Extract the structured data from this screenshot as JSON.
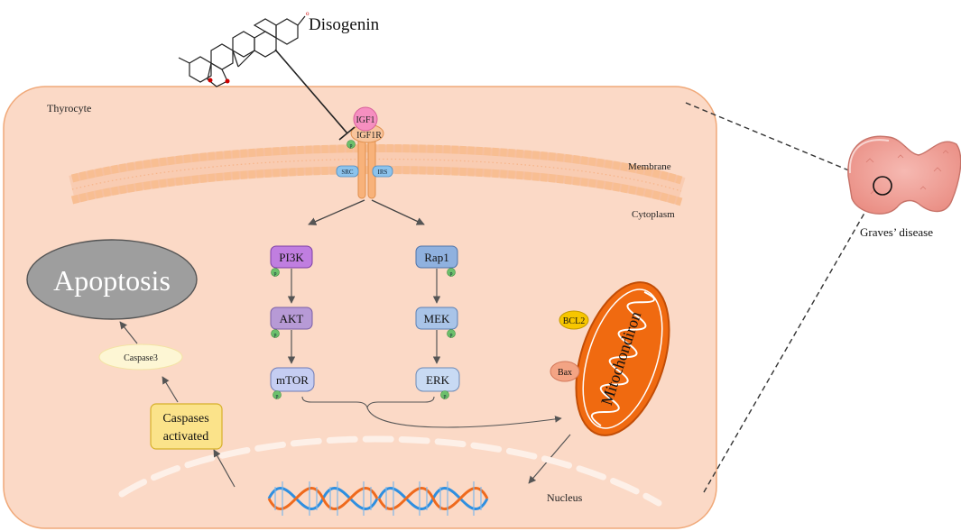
{
  "labels": {
    "disogenin": "Disogenin",
    "thyrocyte": "Thyrocyte",
    "membrane": "Membrane",
    "cytoplasm": "Cytoplasm",
    "nucleus": "Nucleus",
    "graves": "Graves’ disease",
    "apoptosis": "Apoptosis",
    "mitochondrion": "Mitochondiron"
  },
  "receptor": {
    "igf1": "IGF1",
    "igf1r": "IGF1R",
    "src": "SRC",
    "irs": "IRS",
    "phospho": "p"
  },
  "pathway": {
    "pi3k": "PI3K",
    "akt": "AKT",
    "mtor": "mTOR",
    "rap1": "Rap1",
    "mek": "MEK",
    "erk": "ERK"
  },
  "proteins": {
    "bcl2": "BCL2",
    "bax": "Bax",
    "caspase3": "Caspase3",
    "caspases_line1": "Caspases",
    "caspases_line2": "activated"
  },
  "colors": {
    "cell_fill": "#fbd9c6",
    "cell_stroke": "#f0a878",
    "membrane": "#fbc9a0",
    "pi3k": "#c07ee0",
    "akt": "#b79ad6",
    "mtor": "#c5cdf2",
    "rap1": "#8fb1df",
    "mek": "#a9c4e8",
    "erk": "#c8daf3",
    "phospho": "#6cc06c",
    "mito": "#f06a10",
    "bcl2": "#f7c600",
    "bax": "#f3a484",
    "caspases": "#fbe38a",
    "apoptosis": "#9e9e9e",
    "dna_blue": "#2f8fe0",
    "dna_orange": "#ef6a1d"
  }
}
